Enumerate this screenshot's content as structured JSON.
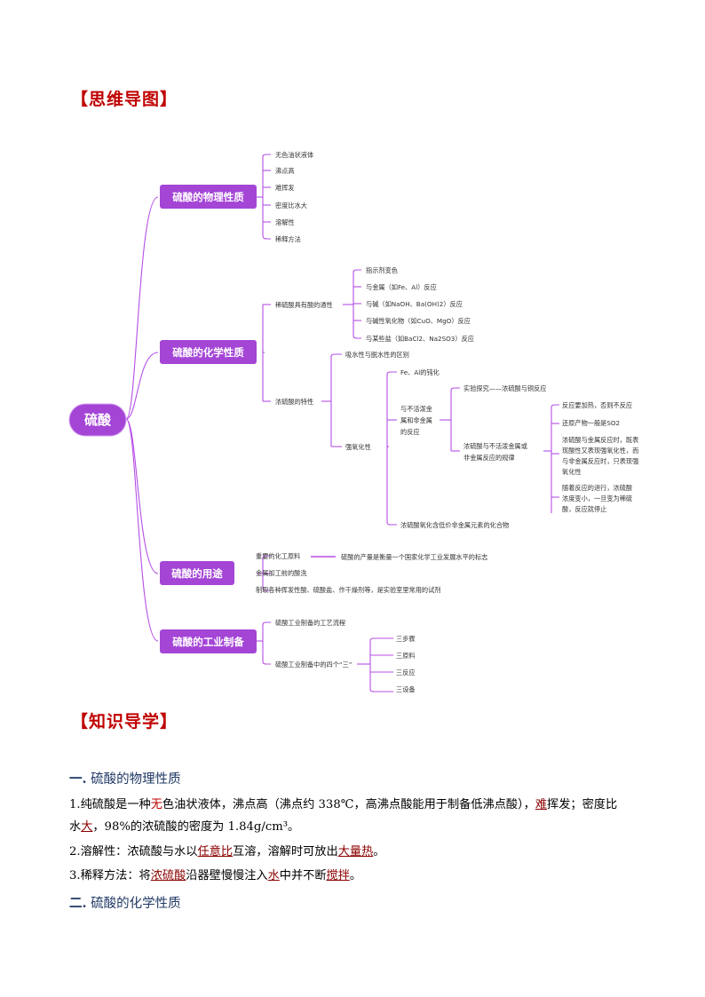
{
  "headings": {
    "mindmap": "【思维导图】",
    "guide": "【知识导学】"
  },
  "colors": {
    "accent": "#c00000",
    "branch": "#b050e0",
    "branch_fill": "#a445d6",
    "line": "#b54fe6"
  },
  "mindmap": {
    "root": "硫酸",
    "branches": [
      {
        "label": "硫酸的物理性质",
        "leaves": [
          "无色油状液体",
          "沸点高",
          "难挥发",
          "密度比水大",
          "溶解性",
          "稀释方法"
        ]
      },
      {
        "label": "硫酸的化学性质",
        "dilute": {
          "label": "稀硫酸具有酸的通性",
          "leaves": [
            "指示剂变色",
            "与金属（如Fe、Al）反应",
            "与碱（如NaOH、Ba(OH)2）反应",
            "与碱性氧化物（如CuO、MgO）反应",
            "与某些盐（如BaCl2、Na2SO3）反应"
          ]
        },
        "conc": {
          "label": "浓硫酸的特性",
          "water": "吸水性与脱水性的区别",
          "oxid": {
            "label": "强氧化性",
            "passivation": "Fe、Al的钝化",
            "inactive": {
              "label_lines": [
                "与不活泼金",
                "属和非金属",
                "的反应"
              ],
              "experiment": "实验探究——浓硫酸与铜反应",
              "rule": {
                "label_lines": [
                  "浓硫酸与不活泼金属或",
                  "非金属反应的规律"
                ],
                "points": [
                  [
                    "反应要加热，否则不反应"
                  ],
                  [
                    "还原产物一般是SO2"
                  ],
                  [
                    "浓硫酸与金属反应时，既表",
                    "现酸性又表现强氧化性，而",
                    "与非金属反应时，只表现强",
                    "氧化性"
                  ],
                  [
                    "随着反应的进行，浓硫酸",
                    "浓度变小，一旦变为稀硫",
                    "酸，反应就停止"
                  ]
                ]
              }
            },
            "nonmetal_compound": "浓硫酸氧化含低价非金属元素的化合物"
          }
        }
      },
      {
        "label": "硫酸的用途",
        "leaves": [
          "重要的化工原料",
          "金属加工前的酸洗",
          "制取各种挥发性酸、硫酸盐、作干燥剂等，是实验室里常用的试剂"
        ],
        "note": "硫酸的产量是衡量一个国家化学工业发展水平的标志"
      },
      {
        "label": "硫酸的工业制备",
        "leaves": [
          "硫酸工业制备的工艺流程",
          "硫酸工业制备中的四个“三”"
        ],
        "sub": [
          "三步骤",
          "三原料",
          "三反应",
          "三设备"
        ]
      }
    ]
  },
  "sections": [
    {
      "num": "一.",
      "title": "硫酸的物理性质"
    },
    {
      "num": "二.",
      "title": "硫酸的化学性质"
    }
  ],
  "paragraphs": {
    "p1": {
      "a": "1.纯硫酸是一种",
      "b": "无",
      "c": "色油状液体，沸点高（沸点约 338℃，高沸点酸能用于制备低沸点酸），",
      "d": "难",
      "e": "挥发；密度比",
      "f": "水",
      "g": "大",
      "h": "，98%的浓硫酸的密度为 1.84g/cm³。"
    },
    "p2": {
      "a": "2.溶解性：浓硫酸与水以",
      "b": "任意比",
      "c": "互溶，溶解时可放出",
      "d": "大量热",
      "e": "。"
    },
    "p3": {
      "a": "3.稀释方法：将",
      "b": "浓硫酸",
      "c": "沿器壁慢慢注入",
      "d": "水",
      "e": "中并不断",
      "f": "搅拌",
      "g": "。"
    }
  }
}
